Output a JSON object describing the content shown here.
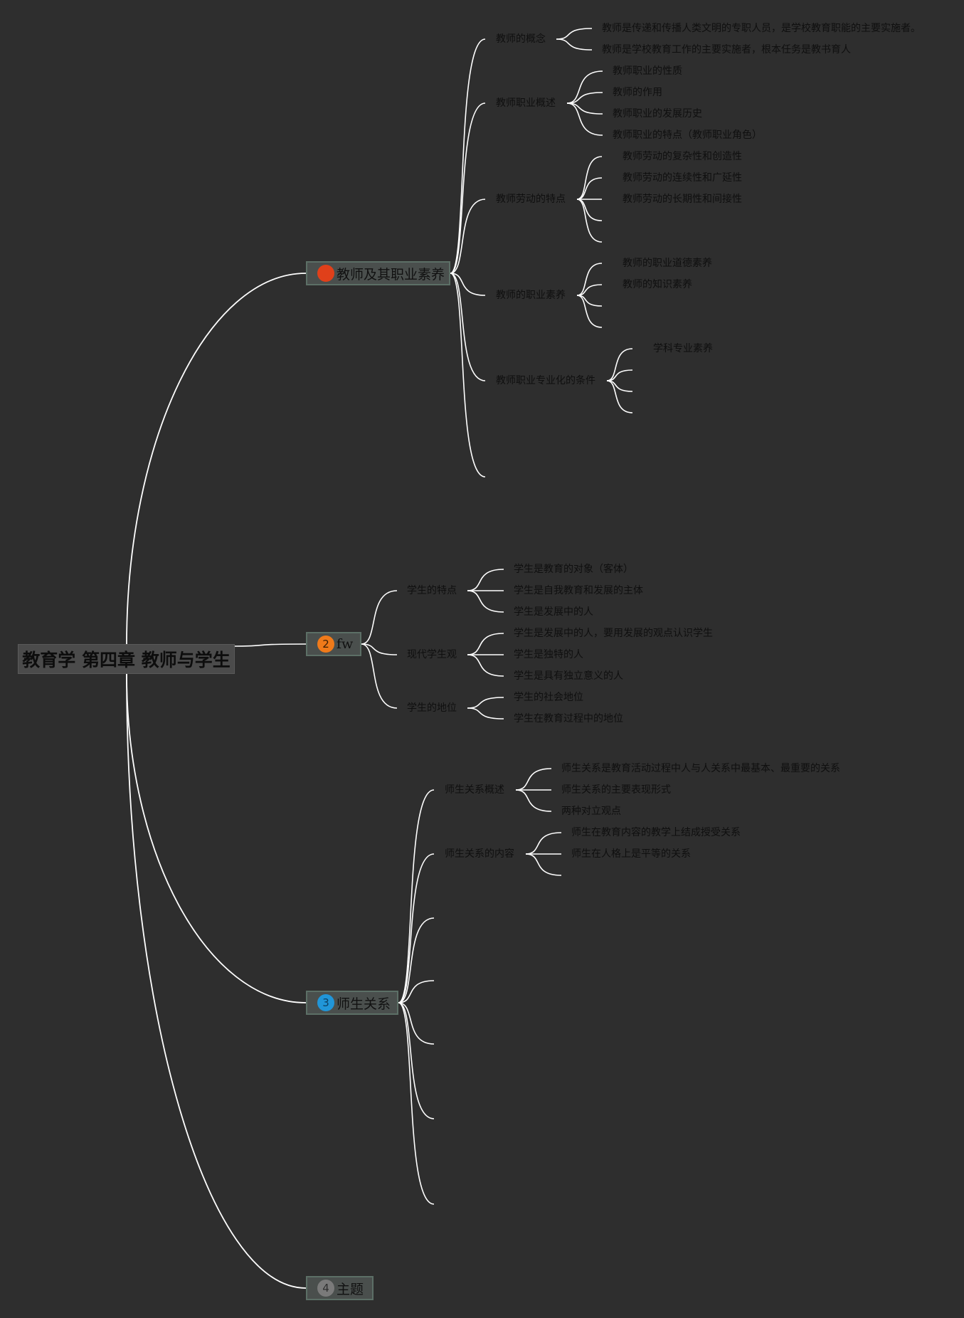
{
  "root": {
    "label": "教育学 第四章 教师与学生"
  },
  "colors": {
    "background": "#2e2e2e",
    "line": "#ffffff",
    "badge_1": "#e0401a",
    "badge_2": "#ef7a1a",
    "badge_3": "#2196d8",
    "badge_4": "#7a7a7a"
  },
  "topics": [
    {
      "badge": "1",
      "label": "教师及其职业素养",
      "subtopics": [
        {
          "label": "教师的概念",
          "children": [
            "教师是传递和传播人类文明的专职人员，是学校教育职能的主要实施者。",
            "教师是学校教育工作的主要实施者，根本任务是教书育人"
          ]
        },
        {
          "label": "教师职业概述",
          "children": [
            "教师职业的性质",
            "教师的作用",
            "教师职业的发展历史",
            "教师职业的特点（教师职业角色）"
          ]
        },
        {
          "label": "教师劳动的特点",
          "children": [
            "教师劳动的复杂性和创造性",
            "教师劳动的连续性和广延性",
            "教师劳动的长期性和间接性",
            "",
            ""
          ]
        },
        {
          "label": "教师的职业素养",
          "children": [
            "教师的职业道德素养",
            "教师的知识素养",
            "",
            ""
          ]
        },
        {
          "label": "教师职业专业化的条件",
          "children": [
            "学科专业素养",
            "",
            "",
            ""
          ]
        },
        {
          "label": "",
          "children": []
        }
      ]
    },
    {
      "badge": "2",
      "label": "fw",
      "subtopics": [
        {
          "label": "学生的特点",
          "children": [
            "学生是教育的对象（客体）",
            "学生是自我教育和发展的主体",
            "学生是发展中的人"
          ]
        },
        {
          "label": "现代学生观",
          "children": [
            "学生是发展中的人，要用发展的观点认识学生",
            "学生是独特的人",
            "学生是具有独立意义的人"
          ]
        },
        {
          "label": "学生的地位",
          "children": [
            "学生的社会地位",
            "学生在教育过程中的地位"
          ]
        }
      ]
    },
    {
      "badge": "3",
      "label": "师生关系",
      "subtopics": [
        {
          "label": "师生关系概述",
          "children": [
            "师生关系是教育活动过程中人与人关系中最基本、最重要的关系",
            "师生关系的主要表现形式",
            "两种对立观点"
          ]
        },
        {
          "label": "师生关系的内容",
          "children": [
            "师生在教育内容的教学上结成授受关系",
            "师生在人格上是平等的关系",
            ""
          ]
        },
        {
          "label": "",
          "children": []
        },
        {
          "label": "",
          "children": []
        },
        {
          "label": "",
          "children": []
        },
        {
          "label": "",
          "children": []
        },
        {
          "label": "",
          "children": []
        }
      ]
    },
    {
      "badge": "4",
      "label": "主题",
      "subtopics": []
    }
  ]
}
